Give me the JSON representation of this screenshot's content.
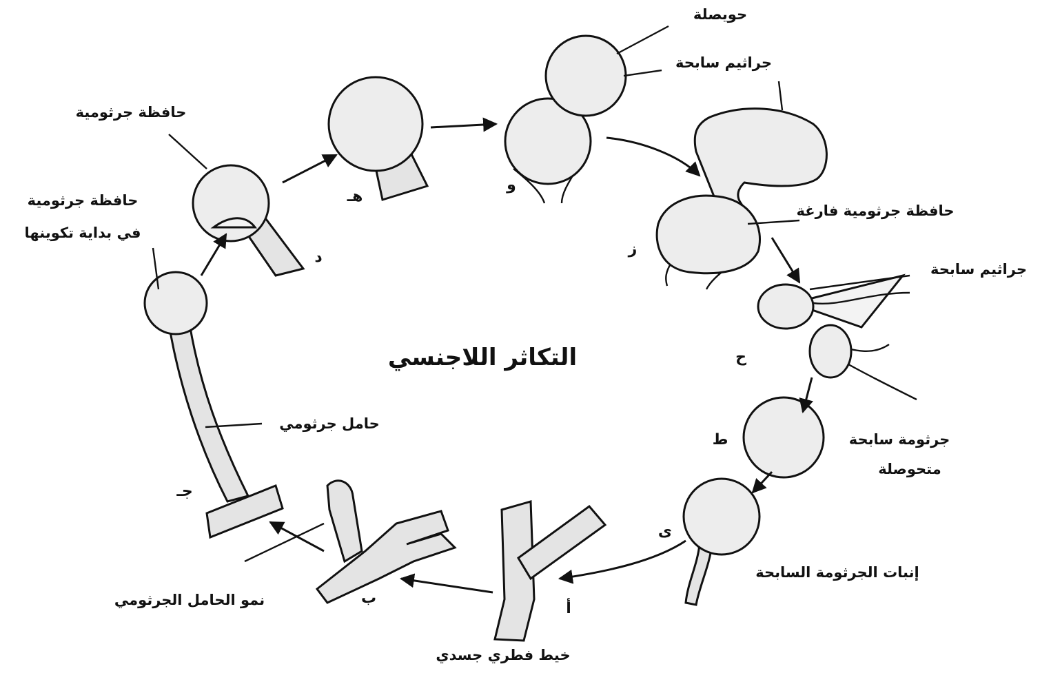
{
  "title": "التكاثر اللاجنسي",
  "labels": {
    "vesicle": "حويصلة",
    "zoospores_top": "جراثيم سابحة",
    "sporangium": "حافظة جرثومية",
    "young_sporangium_1": "حافظة جرثومية",
    "young_sporangium_2": "في بداية تكوينها",
    "empty_sporangium": "حافظة جرثومية فارغة",
    "zoospores_right": "جراثيم سابحة",
    "encysted_1": "جرثومة سابحة",
    "encysted_2": "متحوصلة",
    "germination": "إنبات الجرثومة السابحة",
    "sporangiophore": "حامل جرثومي",
    "sporangiophore_growth": "نمو الحامل الجرثومي",
    "hypha": "خيط فطري جسدي"
  },
  "letters": {
    "a": "أ",
    "b": "ب",
    "j": "جـ",
    "d": "د",
    "h": "هـ",
    "w": "و",
    "z": "ز",
    "hh": "ح",
    "t": "ط",
    "y": "ى"
  }
}
